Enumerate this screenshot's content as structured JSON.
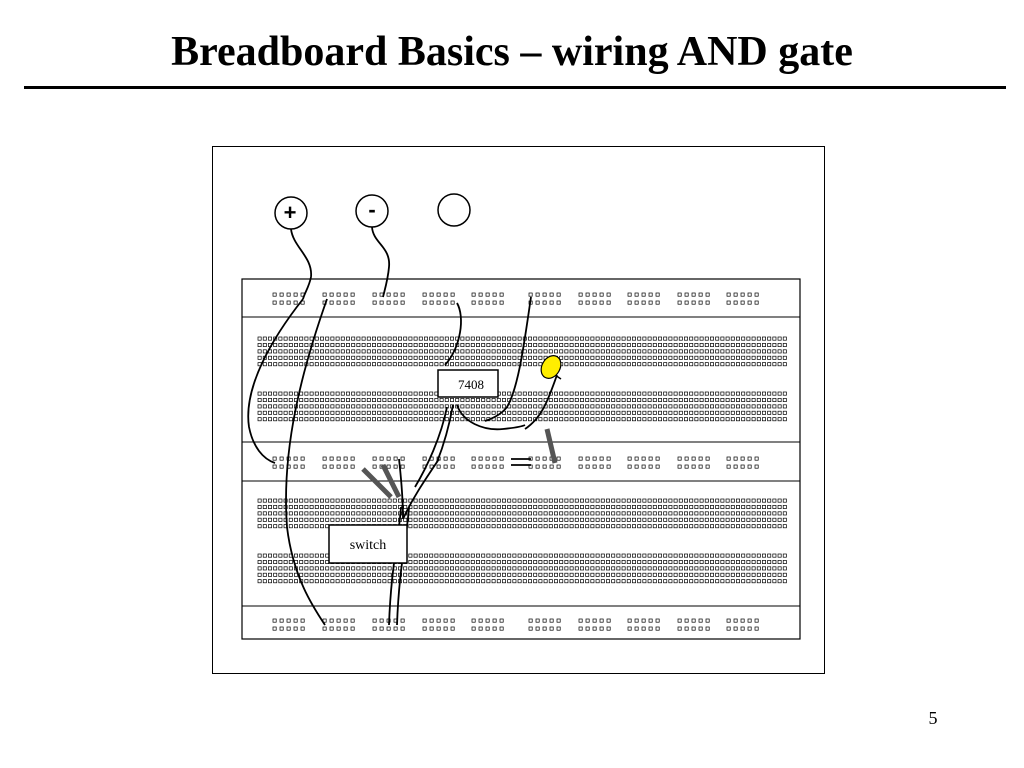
{
  "slide": {
    "title": "Breadboard Basics – wiring AND gate",
    "page_number": "5"
  },
  "diagram": {
    "terminals": [
      {
        "name": "positive",
        "symbol": "+"
      },
      {
        "name": "negative",
        "symbol": "-"
      },
      {
        "name": "unlabeled",
        "symbol": ""
      }
    ],
    "chip_label": "7408",
    "switch_label": "switch",
    "led_color": "#ffee00",
    "wire_color": "#000000"
  }
}
